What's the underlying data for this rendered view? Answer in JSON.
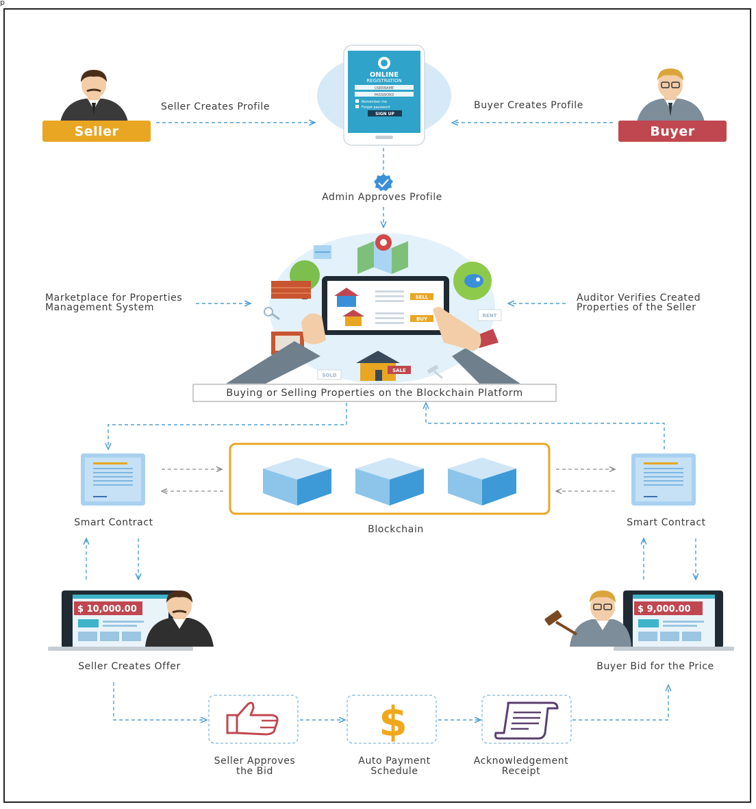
{
  "page_label": "p",
  "nodes": {
    "seller_badge": "Seller",
    "buyer_badge": "Buyer",
    "phone": {
      "title": "ONLINE",
      "subtitle": "REGISTRATION",
      "username": "USERNAME",
      "password": "PASSWORD",
      "remember": "Remember me",
      "forgot": "Forgot password",
      "signup": "SIGN UP"
    },
    "marketplace_tags": {
      "sell": "SELL",
      "buy": "BUY",
      "rent": "RENT",
      "sold": "SOLD",
      "sale": "SALE"
    },
    "blockchain_label": "Blockchain",
    "smart_contract_left": "Smart Contract",
    "smart_contract_right": "Smart Contract",
    "seller_offer_price": "$ 10,000.00",
    "buyer_bid_price": "$ 9,000.00",
    "platform_box": "Buying or Selling Properties on the Blockchain Platform"
  },
  "edges": {
    "seller_creates_profile": "Seller Creates Profile",
    "buyer_creates_profile": "Buyer Creates Profile",
    "admin_approves_profile": "Admin Approves Profile",
    "marketplace_line1": "Marketplace for Properties",
    "marketplace_line2": "Management System",
    "auditor_line1": "Auditor Verifies Created",
    "auditor_line2": "Properties of the Seller",
    "seller_creates_offer": "Seller Creates Offer",
    "buyer_bid": "Buyer Bid for the Price",
    "seller_approves_line1": "Seller Approves",
    "seller_approves_line2": "the Bid",
    "auto_payment_line1": "Auto Payment",
    "auto_payment_line2": "Schedule",
    "ack_line1": "Acknowledgement",
    "ack_line2": "Receipt"
  },
  "colors": {
    "seller": "#e8a623",
    "buyer": "#c0474f",
    "flow_arrow": "#4a9fd4",
    "blockchain_border": "#e8a623",
    "cube": "#4aa3dd",
    "thumb": "#c0474f",
    "dollar": "#f0a81b",
    "receipt": "#5a3e6e"
  }
}
